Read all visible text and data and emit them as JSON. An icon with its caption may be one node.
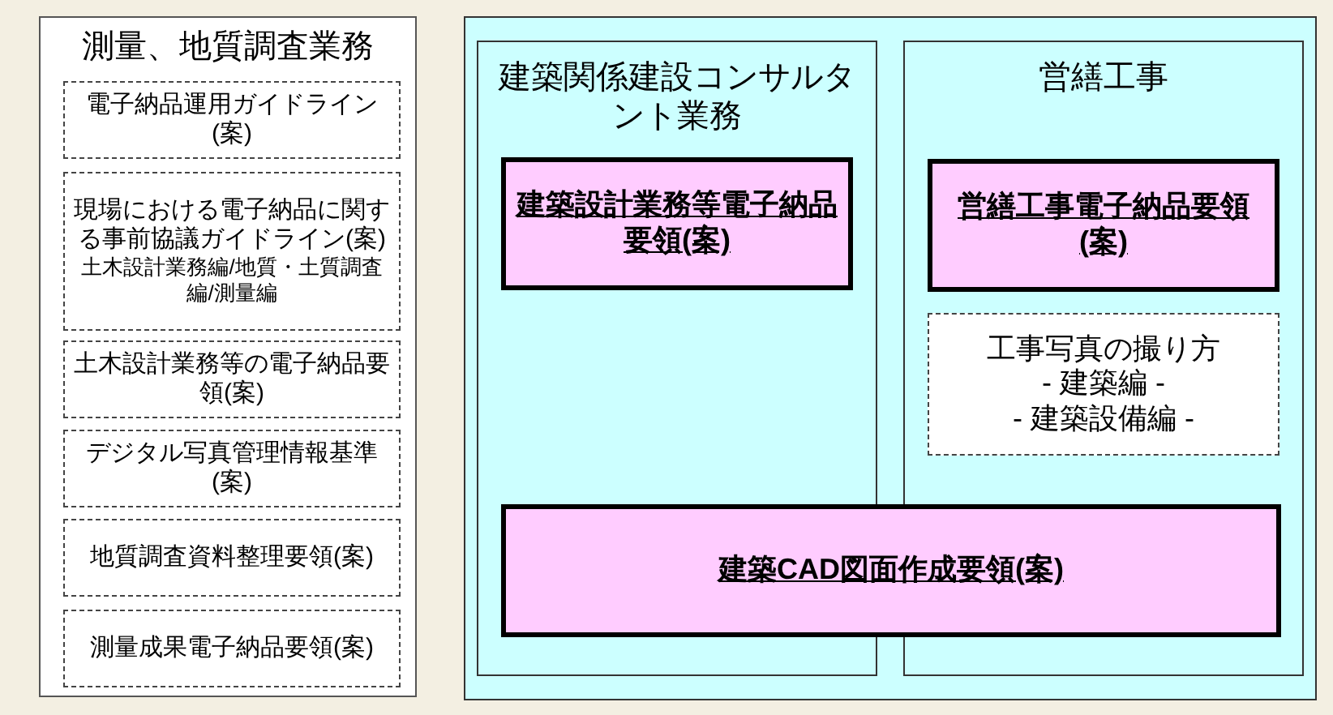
{
  "diagram": {
    "nodes": [
      {
        "text": [
          "測量、地質調査業務"
        ]
      },
      {
        "text": [
          "電子納品運用ガイドライン(案)"
        ],
        "in": 0
      },
      {
        "text": [
          "現場における電子納品に関する事前協議ガイドライン(案)",
          "土木設計業務編/地質・土質調査編/測量編"
        ],
        "in": 0
      },
      {
        "text": [
          "土木設計業務等の電子納品要領(案)"
        ],
        "in": 0
      },
      {
        "text": [
          "デジタル写真管理情報基準(案)"
        ],
        "in": 0
      },
      {
        "text": [
          "地質調査資料整理要領(案)"
        ],
        "in": 0
      },
      {
        "text": [
          "測量成果電子納品要領(案)"
        ],
        "in": 0
      },
      {
        "text": [],
        "shape": "box"
      },
      {
        "text": [
          "建築関係建設コンサルタント業務"
        ],
        "in": 7
      },
      {
        "text": [
          "建築設計業務等電子納品要領(案)"
        ],
        "in": 8
      },
      {
        "text": [
          "営繕工事"
        ],
        "in": 7
      },
      {
        "text": [
          "営繕工事電子納品要領(案)"
        ],
        "in": 10
      },
      {
        "text": [
          "工事写真の撮り方",
          "- 建築編 -",
          "- 建築設備編 -"
        ],
        "in": 10
      },
      {
        "text": [
          "建築CAD図面作成要領(案)"
        ],
        "in": 7
      }
    ]
  }
}
